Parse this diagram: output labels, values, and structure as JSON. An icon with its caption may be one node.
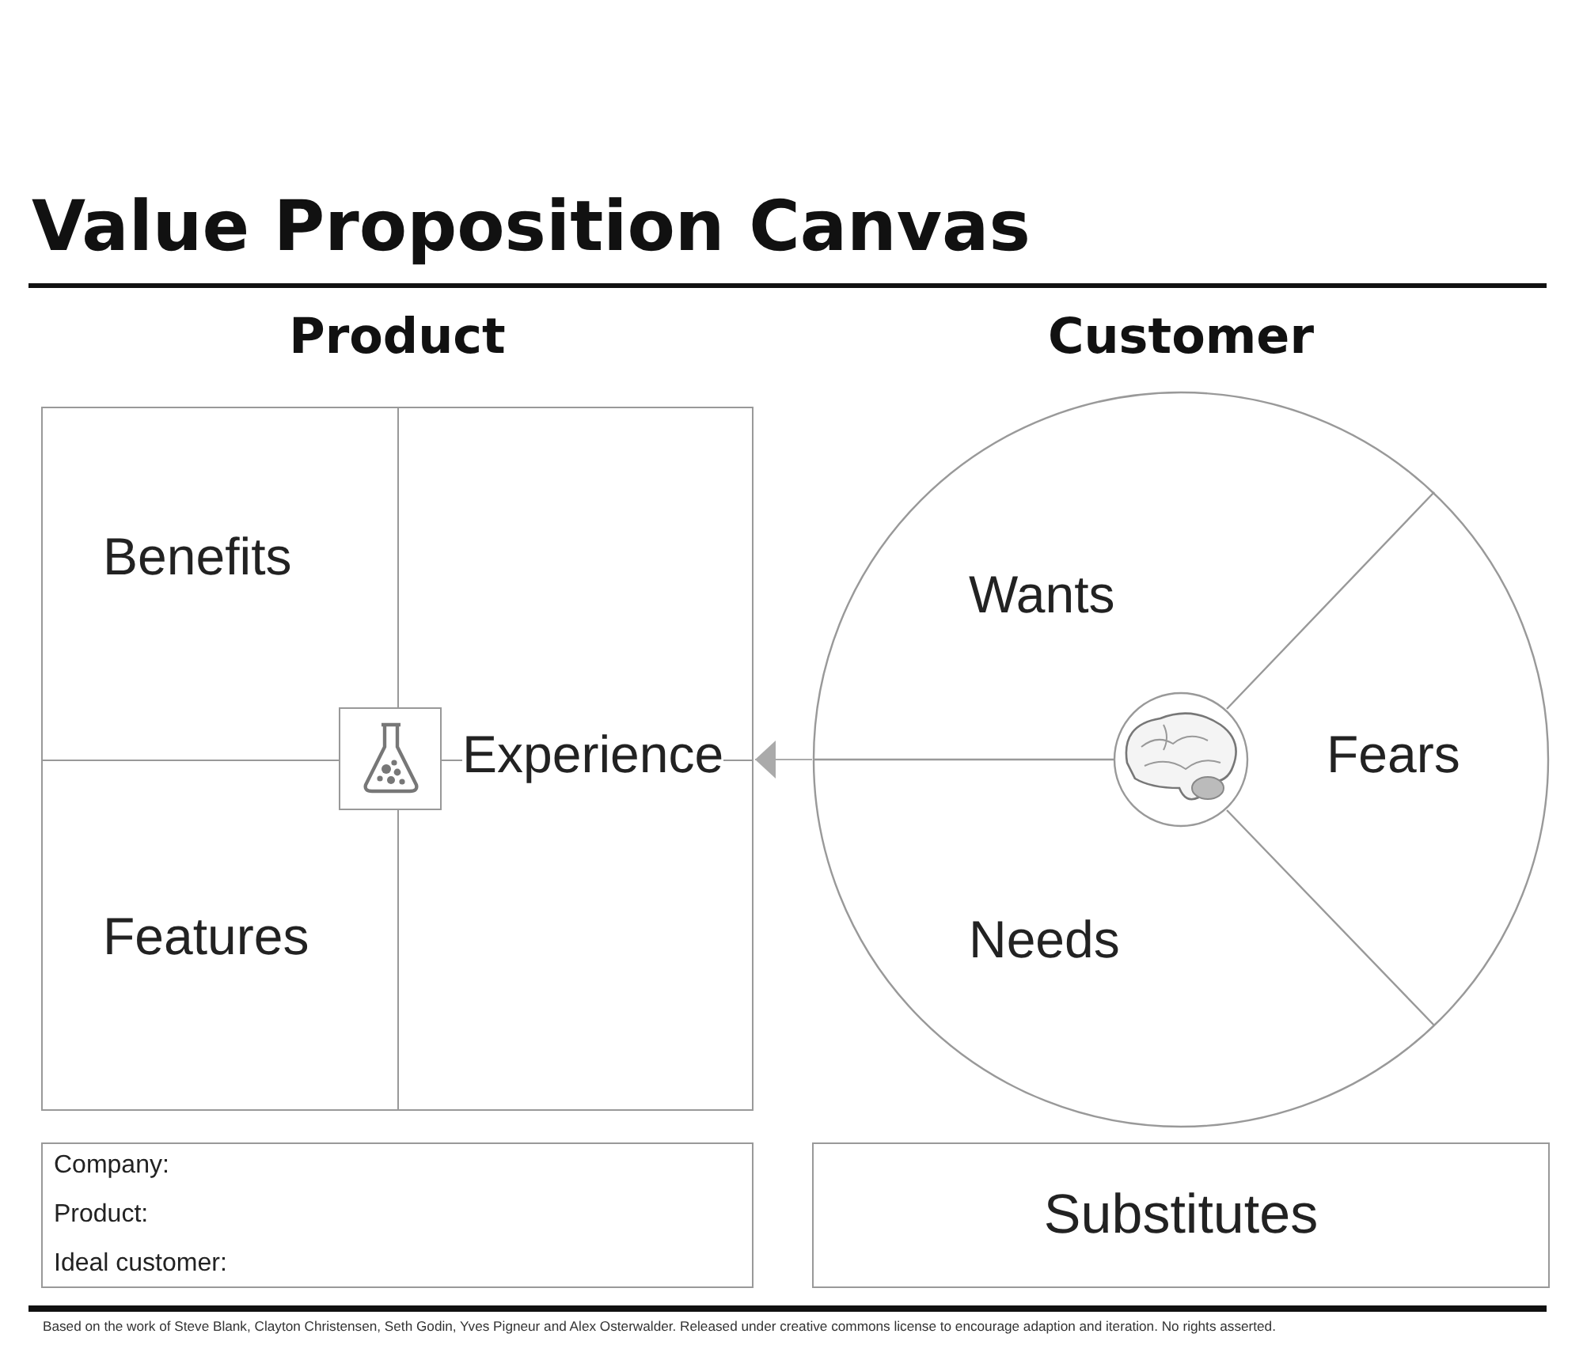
{
  "diagram": {
    "title": "Value Proposition Canvas",
    "nodes": [
      {
        "text": [
          "Product"
        ]
      },
      {
        "text": [
          "Benefits"
        ],
        "in": 0
      },
      {
        "text": [
          "Experience"
        ],
        "in": 0
      },
      {
        "text": [
          "Features"
        ],
        "in": 0
      },
      {
        "text": [
          "Customer"
        ]
      },
      {
        "text": [
          "Wants"
        ],
        "in": 4
      },
      {
        "text": [
          "Fears"
        ],
        "in": 4
      },
      {
        "text": [
          "Needs"
        ],
        "in": 4
      },
      {
        "text": [
          "Company:",
          "Product:",
          "Ideal customer:"
        ]
      },
      {
        "text": [
          "Substitutes"
        ]
      }
    ],
    "edges": [
      {
        "from": 4,
        "to": 0,
        "arrow": "to"
      }
    ],
    "labels": [
      "Based on the work of Steve Blank, Clayton Christensen, Seth Godin, Yves Pigneur and Alex Osterwalder. Released under creative commons license to encourage adaption and iteration. No rights asserted."
    ]
  }
}
